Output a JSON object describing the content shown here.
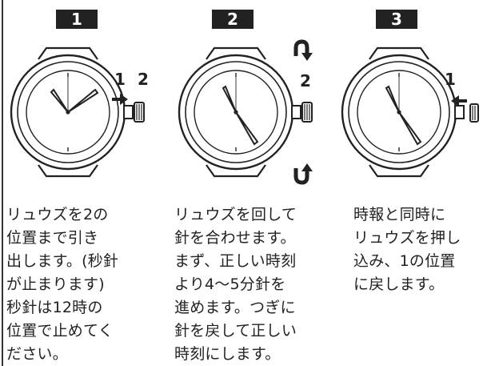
{
  "steps": [
    {
      "number": "1",
      "marker_labels": [
        "1",
        "2"
      ],
      "instruction": "リュウズを2の\n位置まで引き\n出します。(秒針\nが止まります)\n秒針は12時の\n位置で止めてく\nださい。"
    },
    {
      "number": "2",
      "marker_labels": [
        "2"
      ],
      "instruction": "リュウズを回して\n針を合わせます。\nまず、正しい時刻\nより4〜5分針を\n進めます。つぎに\n針を戻して正しい\n時刻にします。"
    },
    {
      "number": "3",
      "marker_labels": [
        "1"
      ],
      "instruction": "時報と同時に\nリュウズを押し\n込み、1の位置\nに戻します。"
    }
  ],
  "colors": {
    "ink": "#222222",
    "background": "#ffffff"
  }
}
